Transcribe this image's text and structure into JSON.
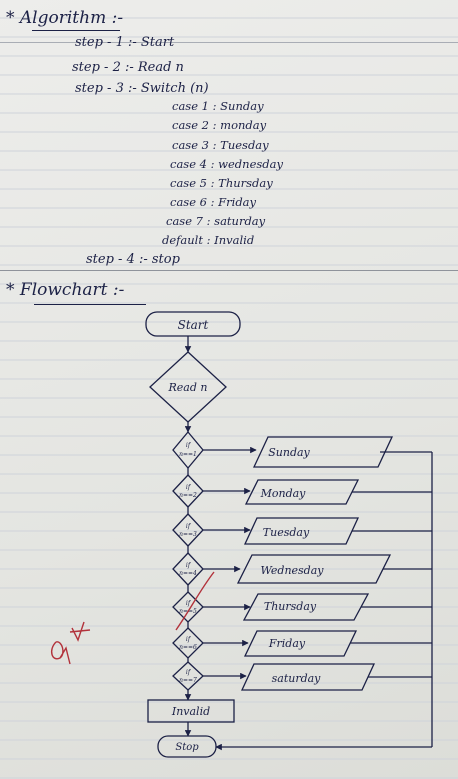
{
  "algorithm": {
    "heading": "* Algorithm :-",
    "step1": "step - 1 :- Start",
    "step2": "step - 2 :- Read n",
    "step3": "step - 3 :- Switch (n)",
    "cases": [
      "case 1 : Sunday",
      "case 2 : monday",
      "case 3 : Tuesday",
      "case 4 : wednesday",
      "case 5 : Thursday",
      "case 6 : Friday",
      "case 7 : saturday",
      "default : Invalid"
    ],
    "step4": "step - 4 :- stop"
  },
  "flowchart": {
    "heading": "* Flowchart :-",
    "start": "Start",
    "read": "Read n",
    "invalid": "Invalid",
    "stop": "Stop",
    "conditions": [
      {
        "top": "if",
        "bottom": "n==1"
      },
      {
        "top": "if",
        "bottom": "n==2"
      },
      {
        "top": "if",
        "bottom": "n==3"
      },
      {
        "top": "if",
        "bottom": "n==4"
      },
      {
        "top": "if",
        "bottom": "n==5"
      },
      {
        "top": "if",
        "bottom": "n==6"
      },
      {
        "top": "if",
        "bottom": "n==7"
      }
    ],
    "outputs": [
      "Sunday",
      "Monday",
      "Tuesday",
      "Wednesday",
      "Thursday",
      "Friday",
      "saturday"
    ]
  },
  "ink_colors": {
    "pen": "#1c2146",
    "mark": "#b2323b"
  }
}
